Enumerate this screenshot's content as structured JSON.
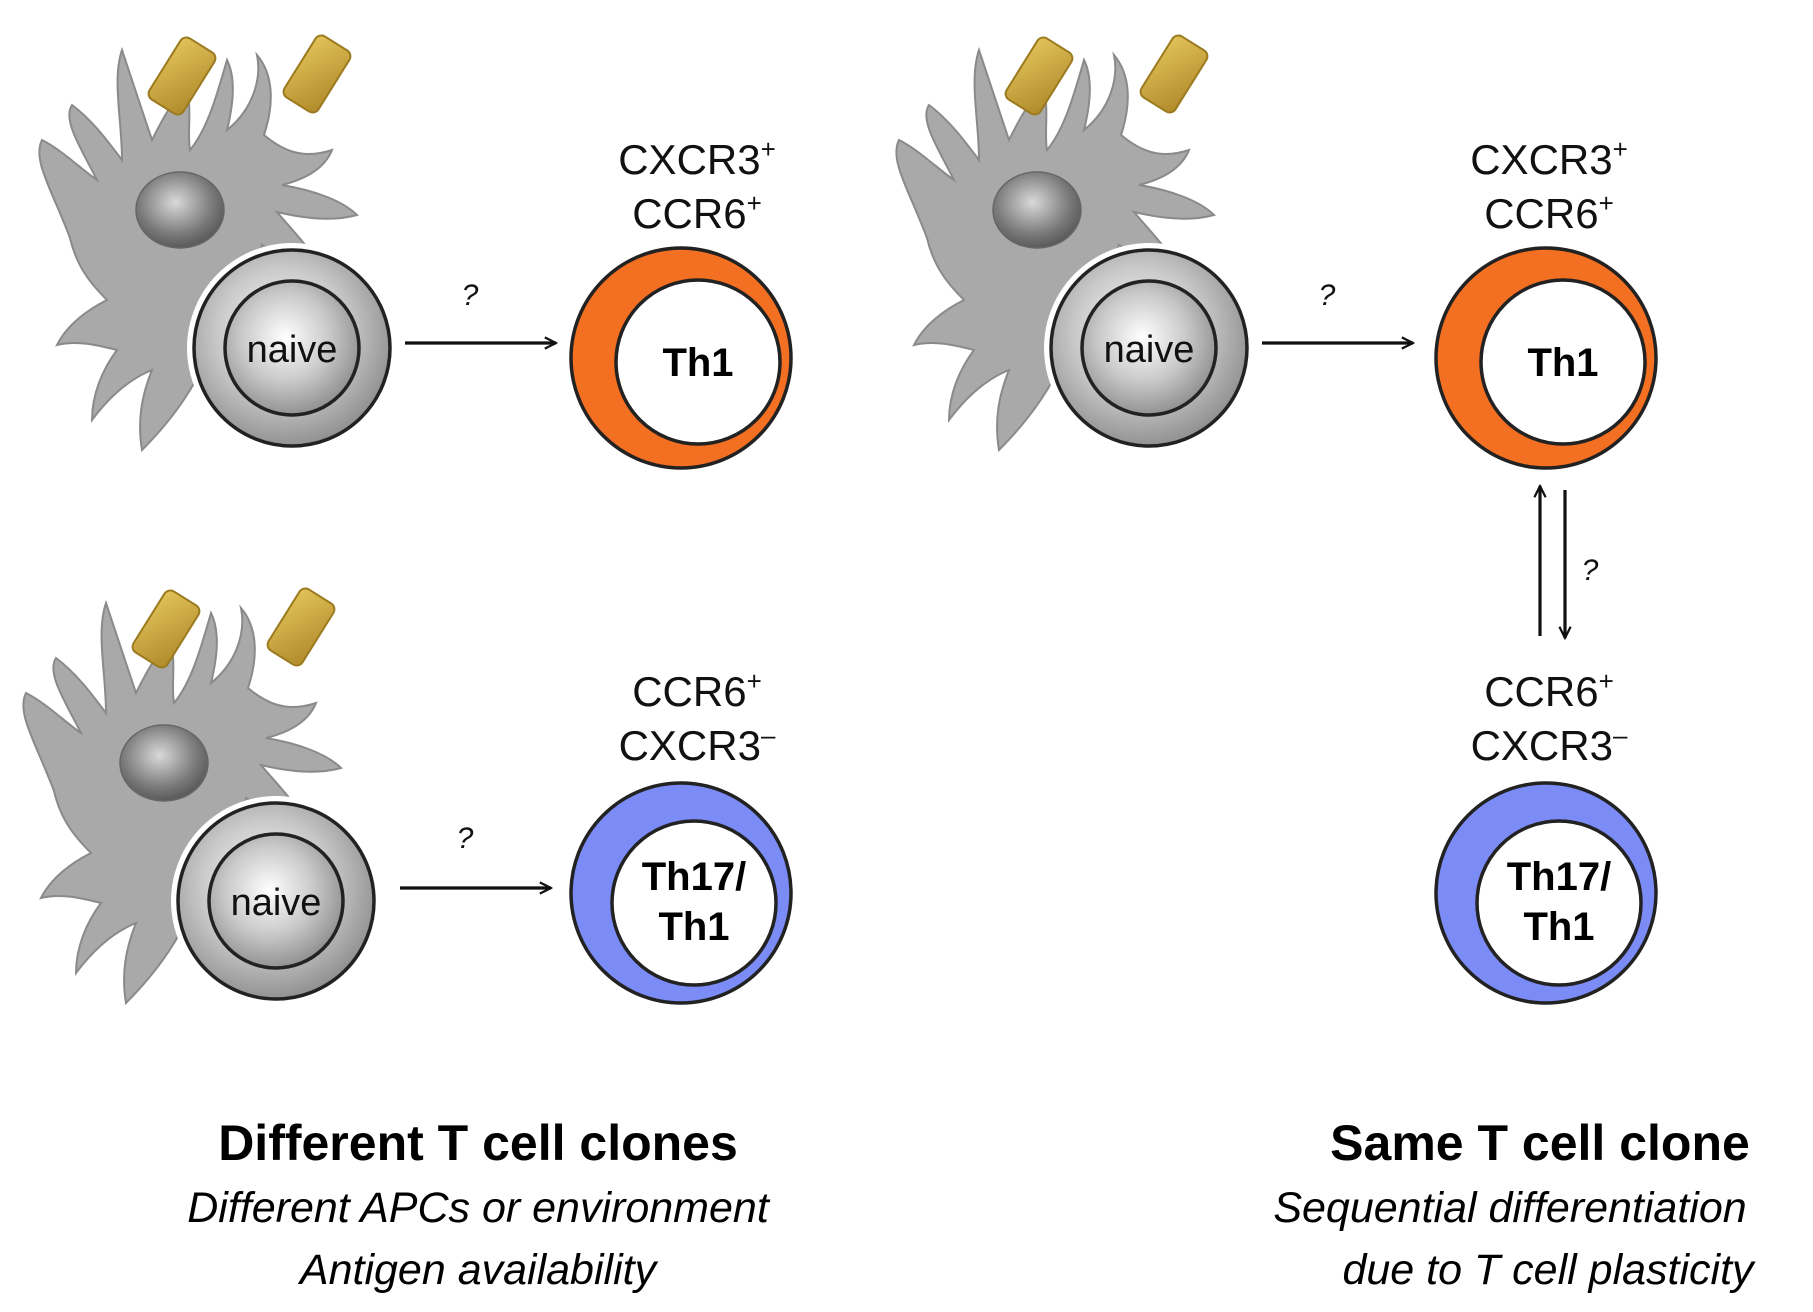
{
  "colors": {
    "th1_ring": "#F36F21",
    "th17_ring": "#7B8CF7",
    "cell_outline": "#222222",
    "apc_gray": "#A6A6A6",
    "antigen_gold": "#C8A23A"
  },
  "icons": [
    "dendritic-cell-icon",
    "antigen-particle-icon",
    "arrow-right-icon",
    "arrow-up-icon",
    "arrow-down-icon"
  ],
  "left": {
    "heading": "Different T cell clones",
    "sub1": "Different APCs or environment",
    "sub2": "Antigen availability",
    "top": {
      "naive": "naive",
      "question": "?",
      "marker1_base": "CXCR3",
      "marker1_sup": "+",
      "marker2_base": "CCR6",
      "marker2_sup": "+",
      "cell_line1": "Th1"
    },
    "bottom": {
      "naive": "naive",
      "question": "?",
      "marker1_base": "CCR6",
      "marker1_sup": "+",
      "marker2_base": "CXCR3",
      "marker2_sup": "–",
      "cell_line1": "Th17/",
      "cell_line2": "Th1"
    }
  },
  "right": {
    "heading": "Same T cell clone",
    "sub1": "Sequential differentiation",
    "sub2": "due to T cell plasticity",
    "top": {
      "naive": "naive",
      "question": "?",
      "marker1_base": "CXCR3",
      "marker1_sup": "+",
      "marker2_base": "CCR6",
      "marker2_sup": "+",
      "cell_line1": "Th1"
    },
    "vertical_question": "?",
    "bottom": {
      "marker1_base": "CCR6",
      "marker1_sup": "+",
      "marker2_base": "CXCR3",
      "marker2_sup": "–",
      "cell_line1": "Th17/",
      "cell_line2": "Th1"
    }
  }
}
